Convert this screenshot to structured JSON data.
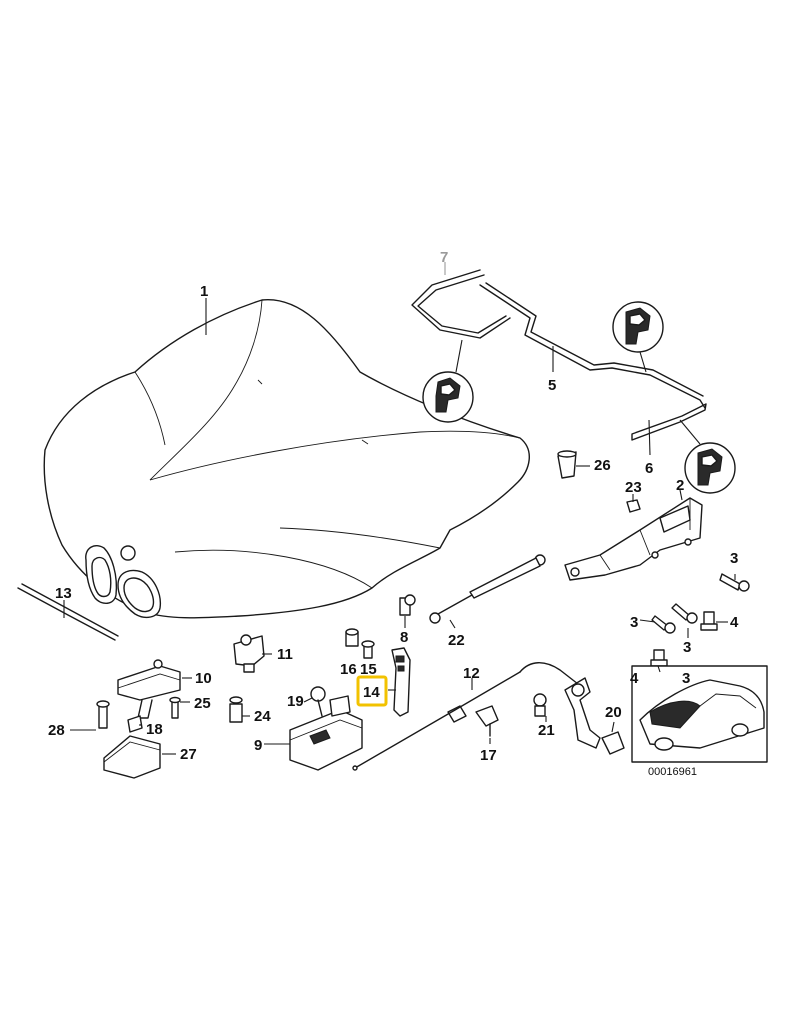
{
  "callouts": {
    "c1": "1",
    "c2": "2",
    "c3a": "3",
    "c3b": "3",
    "c3c": "3",
    "c3d": "3",
    "c4a": "4",
    "c4b": "4",
    "c5": "5",
    "c6": "6",
    "c7": "7",
    "c8": "8",
    "c9": "9",
    "c10": "10",
    "c11": "11",
    "c12": "12",
    "c13": "13",
    "c14": "14",
    "c15": "15",
    "c16": "16",
    "c17": "17",
    "c18": "18",
    "c19": "19",
    "c20": "20",
    "c21": "21",
    "c22": "22",
    "c23": "23",
    "c24": "24",
    "c25": "25",
    "c26": "26",
    "c27": "27",
    "c28": "28"
  },
  "highlighted_callout": "14",
  "highlight_color": "#f2c200",
  "greyed_callout": "7",
  "diagram_reference": "00016961"
}
